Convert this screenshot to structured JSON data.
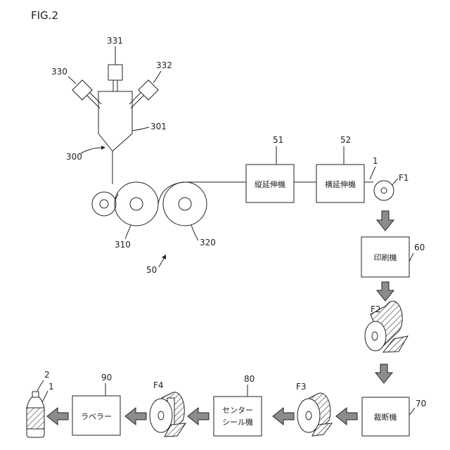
{
  "figure": {
    "title": "FIG.2"
  },
  "refs": {
    "r331": "331",
    "r330": "330",
    "r332": "332",
    "r301": "301",
    "r300": "300",
    "r310": "310",
    "r320": "320",
    "r50": "50",
    "r51": "51",
    "r52": "52",
    "r1a": "1",
    "rF1": "F1",
    "r60": "60",
    "rF2": "F2",
    "r70": "70",
    "rF3": "F3",
    "r80": "80",
    "rF4": "F4",
    "r90": "90",
    "r2": "2",
    "r1b": "1"
  },
  "boxes": {
    "longitudinal": "縦延伸機",
    "transverse": "横延伸機",
    "printer": "印刷機",
    "cutter": "裁断機",
    "center_seal_l1": "センター",
    "center_seal_l2": "シール機",
    "labeler": "ラベラー"
  },
  "colors": {
    "line": "#222222",
    "arrow_fill": "#8c8c8c",
    "background": "#ffffff"
  }
}
